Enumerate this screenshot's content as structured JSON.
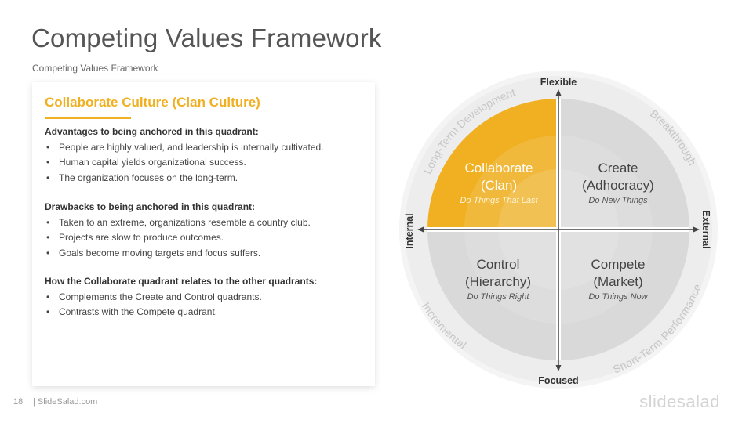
{
  "header": {
    "title": "Competing Values Framework",
    "subtitle": "Competing Values Framework"
  },
  "card": {
    "heading": "Collaborate Culture (Clan Culture)",
    "advantages": {
      "heading": "Advantages to being anchored in this quadrant:",
      "items": [
        "People are highly valued, and leadership is internally cultivated.",
        "Human capital yields organizational success.",
        "The organization focuses on the long-term."
      ]
    },
    "drawbacks": {
      "heading": "Drawbacks to being anchored in this quadrant:",
      "items": [
        "Taken to an extreme, organizations resemble a country club.",
        "Projects are slow to produce outcomes.",
        "Goals become moving targets and focus suffers."
      ]
    },
    "relations": {
      "heading": "How the Collaborate quadrant relates to the other quadrants:",
      "items": [
        "Complements the Create and Control quadrants.",
        "Contrasts with the Compete quadrant."
      ]
    }
  },
  "diagram": {
    "axes": {
      "top": "Flexible",
      "bottom": "Focused",
      "left": "Internal",
      "right": "External"
    },
    "ring": {
      "top_left": "Long-Term Development",
      "top_right": "Breakthrough",
      "bottom_left": "Incremental",
      "bottom_right": "Short-Term Performance"
    },
    "quadrants": {
      "top_left": {
        "line1": "Collaborate",
        "line2": "(Clan)",
        "tagline": "Do Things That Last"
      },
      "top_right": {
        "line1": "Create",
        "line2": "(Adhocracy)",
        "tagline": "Do New Things"
      },
      "bottom_left": {
        "line1": "Control",
        "line2": "(Hierarchy)",
        "tagline": "Do Things Right"
      },
      "bottom_right": {
        "line1": "Compete",
        "line2": "(Market)",
        "tagline": "Do Things Now"
      }
    },
    "colors": {
      "active": "#F0B022",
      "inactive": "#D9D9D9",
      "ring": "#EFEFEF",
      "axis": "#444444",
      "ring_text": "#C6C6C6"
    }
  },
  "footer": {
    "page_number": "18",
    "site": "| SlideSalad.com",
    "logo": "slidesalad"
  }
}
